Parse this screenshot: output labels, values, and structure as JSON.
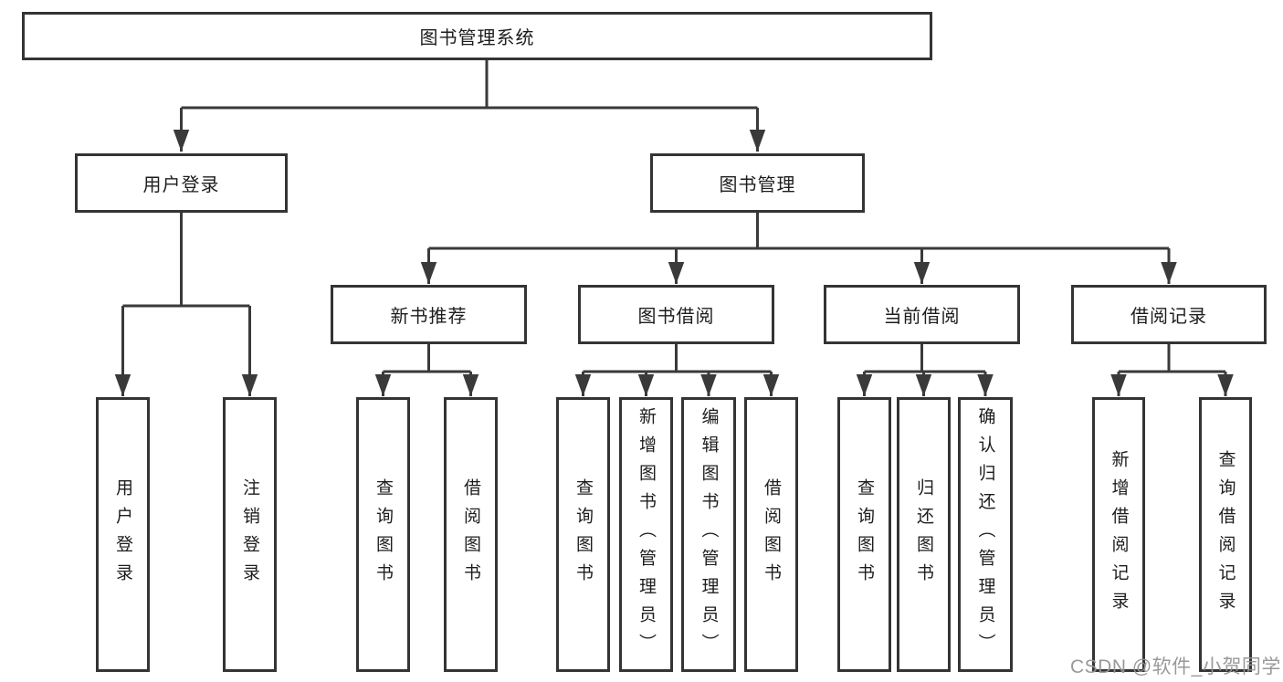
{
  "diagram": {
    "type": "tree",
    "root": {
      "label": "图书管理系统"
    },
    "branches": {
      "user_login": {
        "label": "用户登录",
        "children": [
          {
            "label": "用户登录"
          },
          {
            "label": "注销登录"
          }
        ]
      },
      "book_management": {
        "label": "图书管理",
        "sections": [
          {
            "label": "新书推荐",
            "children": [
              {
                "label": "查询图书"
              },
              {
                "label": "借阅图书"
              }
            ]
          },
          {
            "label": "图书借阅",
            "children": [
              {
                "label": "查询图书"
              },
              {
                "label": "新增图书（管理员）"
              },
              {
                "label": "编辑图书（管理员）"
              },
              {
                "label": "借阅图书"
              }
            ]
          },
          {
            "label": "当前借阅",
            "children": [
              {
                "label": "查询图书"
              },
              {
                "label": "归还图书"
              },
              {
                "label": "确认归还（管理员）"
              }
            ]
          },
          {
            "label": "借阅记录",
            "children": [
              {
                "label": "新增借阅记录"
              },
              {
                "label": "查询借阅记录"
              }
            ]
          }
        ]
      }
    },
    "colors": {
      "line": "#3a3a3a",
      "box_border": "#343434",
      "box_fill": "#ffffff",
      "text": "#1d1d1d",
      "watermark": "#949494"
    },
    "watermark": "CSDN @软件_小贺同学"
  }
}
